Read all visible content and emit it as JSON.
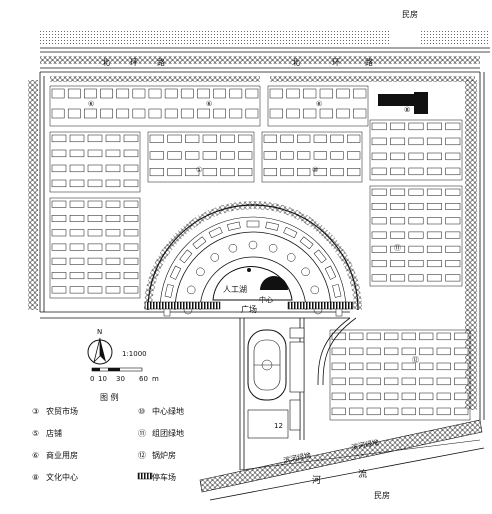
{
  "labels": {
    "residential_top": "民房",
    "residential_bottom": "民房",
    "road_north_1": [
      "北",
      "环",
      "路"
    ],
    "road_north_2": [
      "北",
      "环",
      "路"
    ],
    "lake": "人工湖",
    "plaza": "广场",
    "center": "中心",
    "riverside_green_1": "滨河绿地",
    "riverside_green_2": "滨河绿地",
    "river_1": "河",
    "river_2": "流",
    "num_12": "12"
  },
  "circled_markers": [
    "①",
    "③",
    "⑤",
    "⑥",
    "⑧",
    "⑩",
    "⑪",
    "⑫"
  ],
  "scale": {
    "north": "N",
    "ratio": "1:1000",
    "ticks": [
      "0",
      "10",
      "30",
      "60"
    ],
    "unit": "m"
  },
  "legend": {
    "title": "图 例",
    "items": [
      {
        "symbol": "③",
        "label": "农贸市场"
      },
      {
        "symbol": "⑤",
        "label": "店铺"
      },
      {
        "symbol": "⑥",
        "label": "商业用房"
      },
      {
        "symbol": "⑧",
        "label": "文化中心"
      },
      {
        "symbol": "⑩",
        "label": "中心绿地"
      },
      {
        "symbol": "⑪",
        "label": "组团绿地"
      },
      {
        "symbol": "⑫",
        "label": "锅炉房"
      },
      {
        "symbol": "hatch",
        "label": "停车场"
      }
    ]
  }
}
